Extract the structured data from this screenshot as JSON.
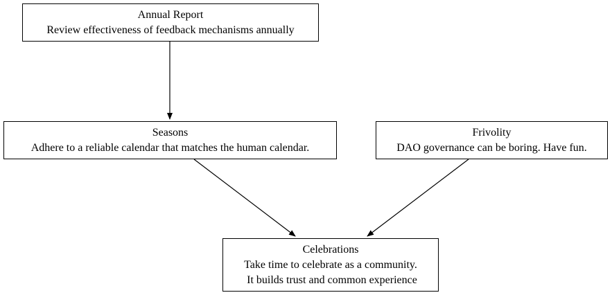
{
  "nodes": {
    "annual_report": {
      "title": "Annual Report",
      "description": "Review effectiveness of feedback mechanisms annually"
    },
    "seasons": {
      "title": "Seasons",
      "description": "Adhere to a reliable calendar that matches the human calendar."
    },
    "frivolity": {
      "title": "Frivolity",
      "description": "DAO governance can be boring. Have fun."
    },
    "celebrations": {
      "title": "Celebrations",
      "description_line1": "Take time to celebrate as a community.",
      "description_line2": " It builds trust and common experience"
    }
  },
  "edges": [
    {
      "from": "Annual Report",
      "to": "Seasons"
    },
    {
      "from": "Seasons",
      "to": "Celebrations"
    },
    {
      "from": "Frivolity",
      "to": "Celebrations"
    }
  ]
}
